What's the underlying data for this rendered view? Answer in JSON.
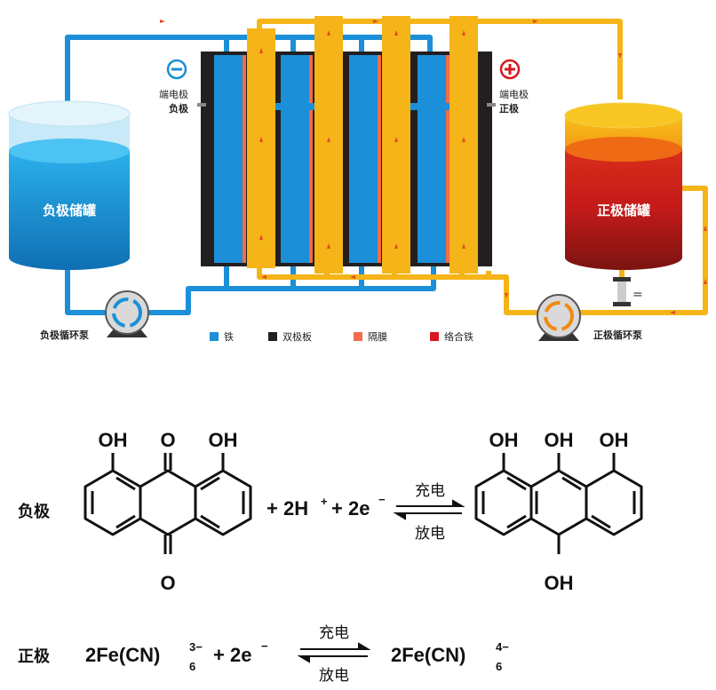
{
  "diagram": {
    "neg_terminal": {
      "symbol": "⊖",
      "line1": "端电极",
      "line2": "负极"
    },
    "pos_terminal": {
      "symbol": "⊕",
      "line1": "端电极",
      "line2": "正极"
    },
    "neg_tank_label": "负极储罐",
    "pos_tank_label": "正极储罐",
    "neg_pump_label": "负极循环泵",
    "pos_pump_label": "正极循环泵",
    "legend": [
      {
        "label": "铁",
        "color": "#1a8fd6"
      },
      {
        "label": "双极板",
        "color": "#231f20"
      },
      {
        "label": "隔膜",
        "color": "#f26b4a"
      },
      {
        "label": "络合铁",
        "color": "#d7191f"
      }
    ],
    "colors": {
      "negative": "#1b8fd8",
      "positive": "#f5b417",
      "frame": "#231f20"
    }
  },
  "reactions": {
    "negative": {
      "side_label": "负极",
      "reactant_groups": {
        "top_left": "OH",
        "top_mid": "O",
        "top_right": "OH",
        "bottom_mid": "O"
      },
      "middle": "+ 2H",
      "h_charge": "+",
      "plus_e": "+ 2e",
      "e_charge": "−",
      "forward": "充电",
      "backward": "放电",
      "product_groups": {
        "top_left": "OH",
        "top_mid": "OH",
        "top_right": "OH",
        "bottom_mid": "OH"
      }
    },
    "positive": {
      "side_label": "正极",
      "reactant": "2Fe(CN)",
      "reactant_sub": "6",
      "reactant_sup": "3−",
      "plus_e": "+ 2e",
      "e_charge": "−",
      "forward": "充电",
      "backward": "放电",
      "product": "2Fe(CN)",
      "product_sub": "6",
      "product_sup": "4−"
    }
  }
}
